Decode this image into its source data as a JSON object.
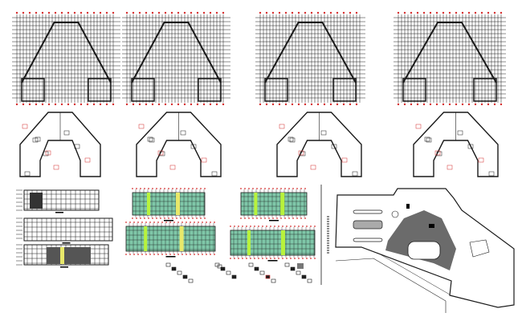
{
  "sheet": {
    "colors": {
      "linework": "#1a1a1a",
      "dimension": "#d42a2a",
      "facade_glass": "#7fc7a8",
      "facade_highlight": "#b8f23c",
      "facade_yellow": "#e8e86a",
      "hatch": "#6b6b6b",
      "background": "#ffffff"
    },
    "panels": {
      "structural_grid_plans": 4,
      "floor_plans": 4,
      "elevations": 3,
      "colored_elevations": 4,
      "details": 4,
      "site_plan": 1
    }
  }
}
